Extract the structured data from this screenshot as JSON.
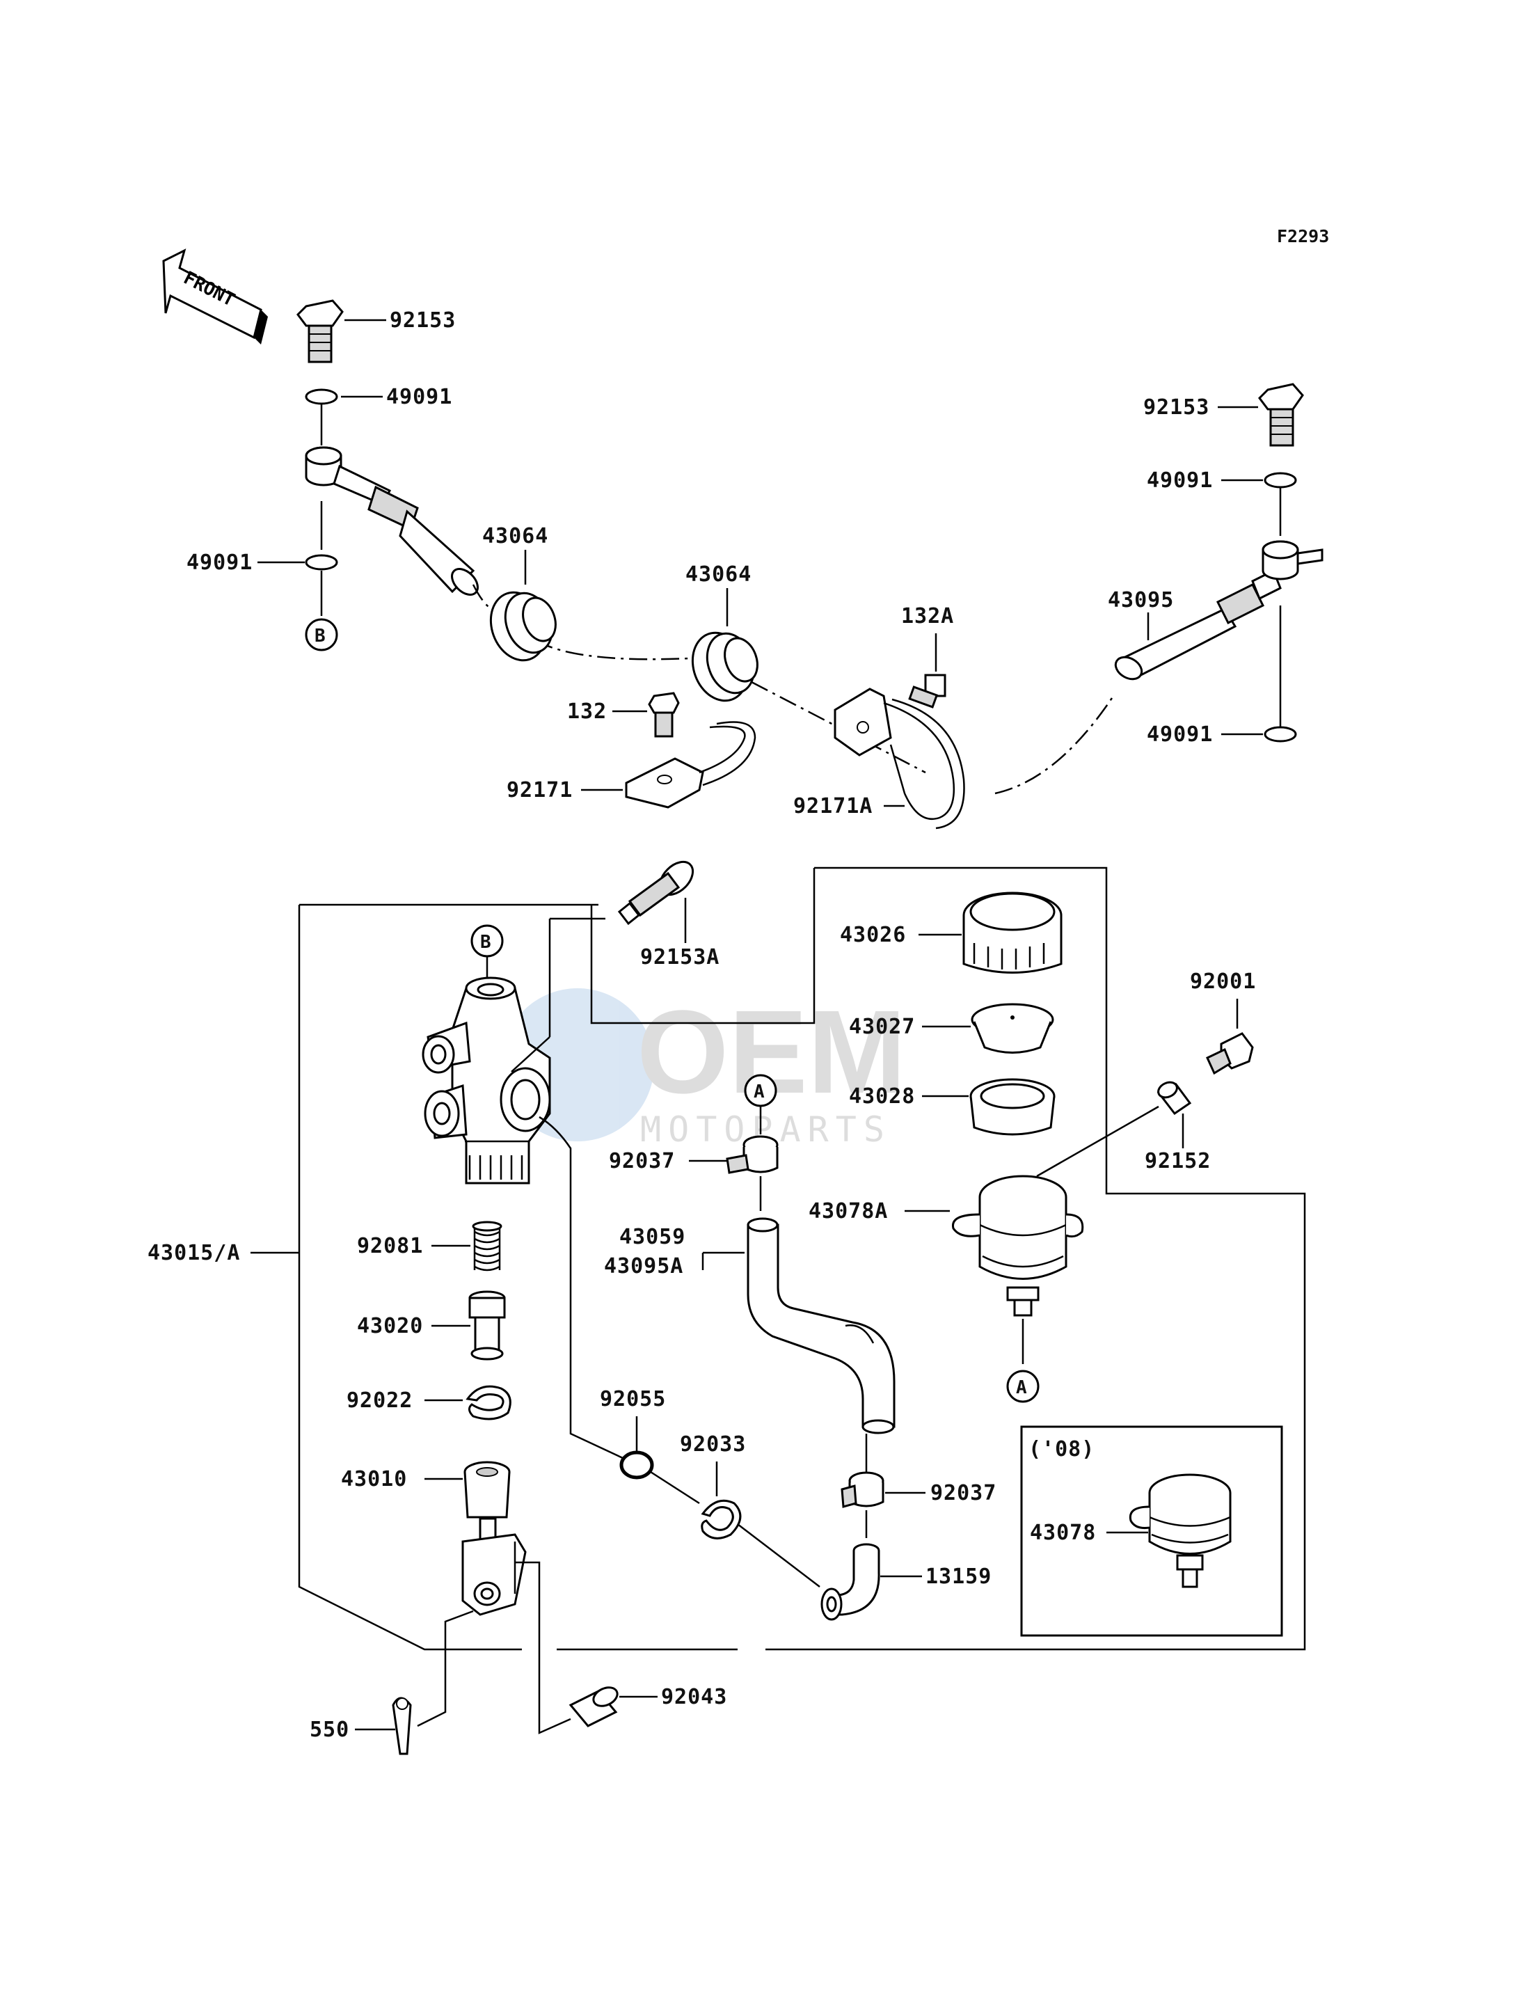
{
  "diagram_code": "F2293",
  "front_label": "FRONT",
  "watermark": {
    "brand": "OEM",
    "sub": "MOTOPARTS"
  },
  "inset_label": "('08)",
  "callout_circles": [
    "B",
    "B",
    "A",
    "A"
  ],
  "parts": {
    "p92153_top_left": "92153",
    "p49091_top_left": "49091",
    "p49091_left_lower": "49091",
    "p43064_left": "43064",
    "p43064_mid": "43064",
    "p132A": "132A",
    "p132": "132",
    "p92171": "92171",
    "p92171A": "92171A",
    "p43095": "43095",
    "p92153_right": "92153",
    "p49091_right_top": "49091",
    "p49091_right_bottom": "49091",
    "p92153A": "92153A",
    "p43026": "43026",
    "p43027": "43027",
    "p43028": "43028",
    "p92001": "92001",
    "p92152": "92152",
    "p43078A": "43078A",
    "p92037_top": "92037",
    "p43059": "43059",
    "p43095A": "43095A",
    "p43015A": "43015/A",
    "p92081": "92081",
    "p43020": "43020",
    "p92022": "92022",
    "p43010": "43010",
    "p92055": "92055",
    "p92033": "92033",
    "p92037_bottom": "92037",
    "p13159": "13159",
    "p43078": "43078",
    "p550": "550",
    "p92043": "92043"
  }
}
